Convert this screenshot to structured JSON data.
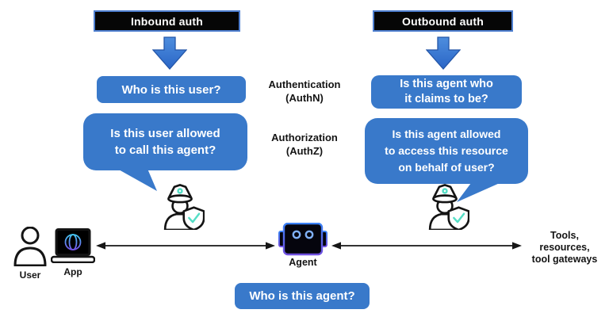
{
  "palette": {
    "bubble_blue": "#3979ca",
    "arrow_blue_border": "#2456a8",
    "black_box_bg": "#060606",
    "black_box_border": "#4e7fd0",
    "teal_accent": "#55dec6",
    "ink": "#141414"
  },
  "headers": {
    "inbound": "Inbound auth",
    "outbound": "Outbound auth"
  },
  "auth_labels": {
    "authn": "Authentication\n(AuthN)",
    "authz": "Authorization\n(AuthZ)"
  },
  "questions": {
    "inbound_authn": "Who is this user?",
    "inbound_authz": "Is this user allowed\nto call this agent?",
    "outbound_authn": "Is this agent who\nit claims to be?",
    "outbound_authz": "Is this agent allowed\nto access this resource\non behalf of user?",
    "agent_identity": "Who is this agent?"
  },
  "actors": {
    "user": "User",
    "app": "App",
    "agent": "Agent",
    "tools": "Tools,\nresources,\ntool gateways"
  },
  "icons": {
    "down_arrow": "blue-block-down-arrow",
    "guard": "security-officer-with-shield-check",
    "user": "person-outline",
    "app": "laptop-with-globe",
    "agent": "robot-head",
    "link": "double-headed-arrow"
  }
}
